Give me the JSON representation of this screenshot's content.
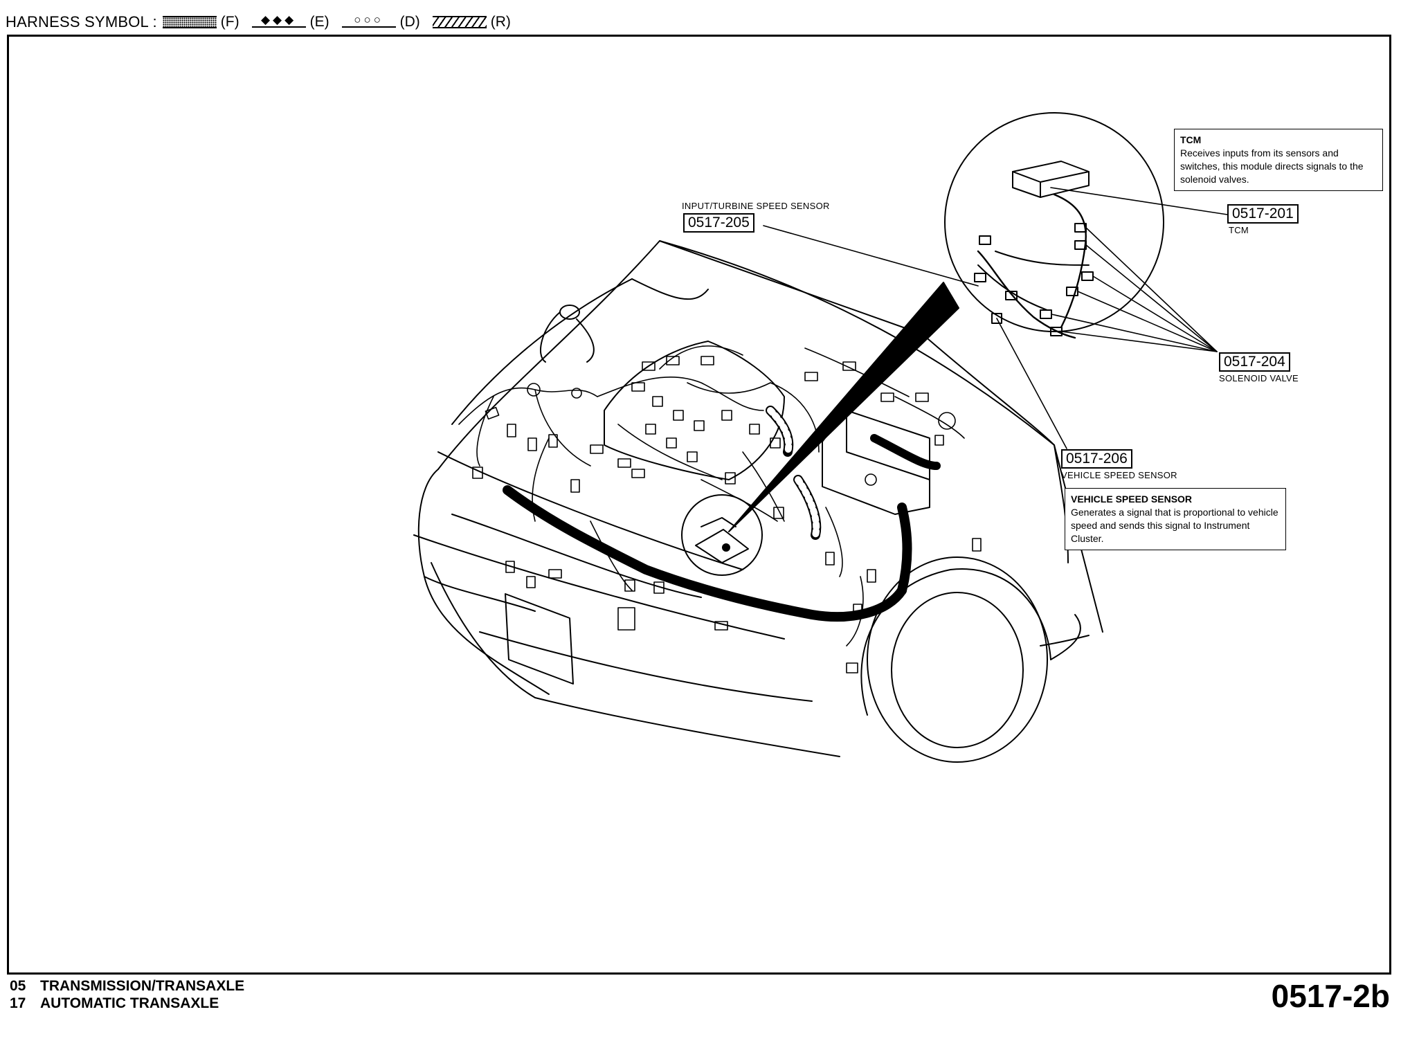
{
  "legend": {
    "title": "HARNESS SYMBOL :",
    "symbols": [
      {
        "code": "(F)",
        "glyph": ""
      },
      {
        "code": "(E)",
        "glyph": "◆◆◆"
      },
      {
        "code": "(D)",
        "glyph": "○○○"
      },
      {
        "code": "(R)",
        "glyph": ""
      }
    ]
  },
  "callouts": {
    "input_turbine": {
      "label": "INPUT/TURBINE SPEED SENSOR",
      "code": "0517-205"
    },
    "tcm": {
      "code": "0517-201",
      "sublabel": "TCM"
    },
    "solenoid": {
      "code": "0517-204",
      "sublabel": "SOLENOID VALVE"
    },
    "vss": {
      "code": "0517-206",
      "sublabel": "VEHICLE SPEED SENSOR"
    }
  },
  "info_boxes": {
    "tcm": {
      "title": "TCM",
      "text": "Receives inputs from its sensors and switches, this module directs signals to the solenoid valves."
    },
    "vss": {
      "title": "VEHICLE SPEED SENSOR",
      "text": "Generates a signal that is proportional to vehicle speed and sends this signal to Instrument Cluster."
    }
  },
  "footer": {
    "lines": [
      {
        "num": "05",
        "text": "TRANSMISSION/TRANSAXLE"
      },
      {
        "num": "17",
        "text": "AUTOMATIC TRANSAXLE"
      }
    ],
    "page_number": "0517-2b"
  }
}
